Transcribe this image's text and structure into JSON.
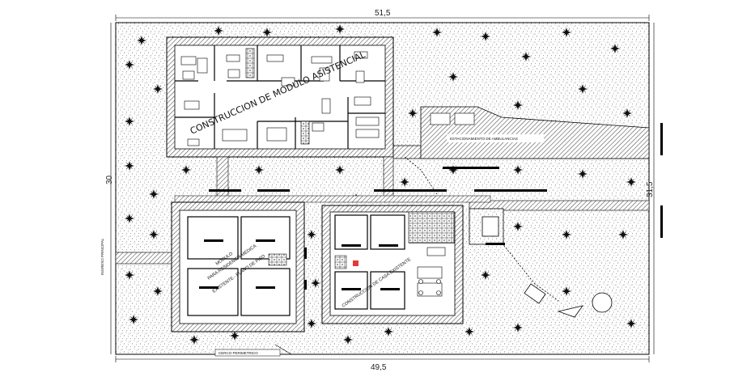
{
  "dimensions": {
    "top_width": "51,5",
    "bottom_width": "49,5",
    "left_height": "30",
    "right_height": "31,5"
  },
  "labels": {
    "module_assist": "CONSTRUCCION DE MODULO ASISTENCIAL",
    "module_medical_line1": "MODULO",
    "module_medical_line2": "PARA RESIDENCIA MEDICA",
    "module_medical_line3": "EXISTENTE - PLANO DE PISO",
    "house_construction": "CONSTRUCCION DE CASA EXISTENTE",
    "parking": "ESTACIONAMIENTO DE AMBULANCIAS",
    "perimeter_fence": "CERCO PERIMETRICO",
    "entrance": "INGRESO PRINCIPAL"
  },
  "colors": {
    "line": "#000000",
    "hatch": "#555555",
    "accent_red": "#e53935",
    "background": "#ffffff"
  }
}
